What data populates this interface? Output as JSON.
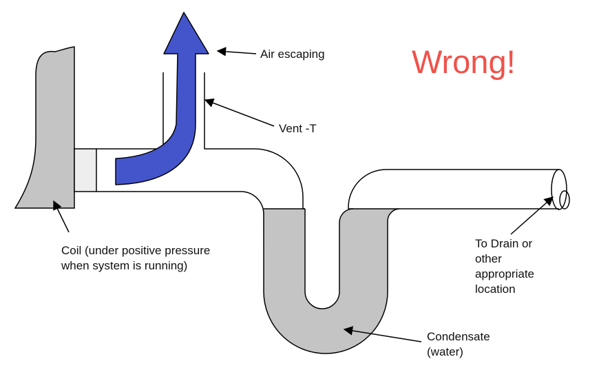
{
  "title": "Wrong!",
  "labels": {
    "air_escaping": "Air escaping",
    "vent_t": "Vent -T",
    "coil_line1": "Coil (under positive pressure",
    "coil_line2": "when system is running)",
    "drain_line1": "To Drain or",
    "drain_line2": "other",
    "drain_line3": "appropriate",
    "drain_line4": "location",
    "condensate_line1": "Condensate",
    "condensate_line2": "(water)"
  },
  "colors": {
    "title": "#f0524b",
    "arrow_fill": "#4455cc",
    "water": "#c4c4c4",
    "coil": "#c4c4c4",
    "outline": "#000000"
  }
}
